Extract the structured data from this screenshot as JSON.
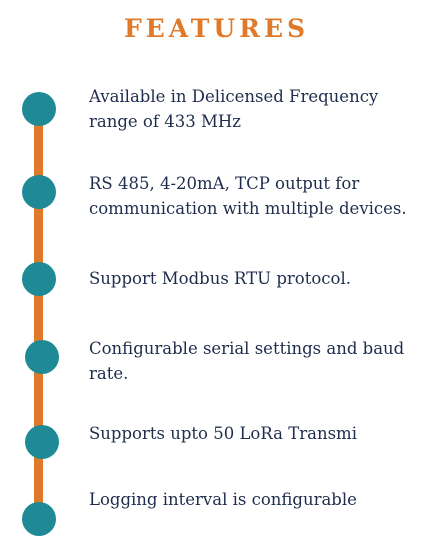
{
  "title": "FEATURES",
  "colors": {
    "accent": "#e07a2a",
    "dot": "#1f8a96",
    "text": "#1f2d4d"
  },
  "features": [
    {
      "text": "Available in Delicensed Frequency range of 433 MHz"
    },
    {
      "text": "RS 485, 4-20mA, TCP output for communication with multiple devices."
    },
    {
      "text": "Support Modbus RTU protocol."
    },
    {
      "text": "Configurable serial settings and baud rate."
    },
    {
      "text": "Supports upto 50 LoRa Transmi"
    },
    {
      "text": "Logging interval is configurable"
    }
  ]
}
